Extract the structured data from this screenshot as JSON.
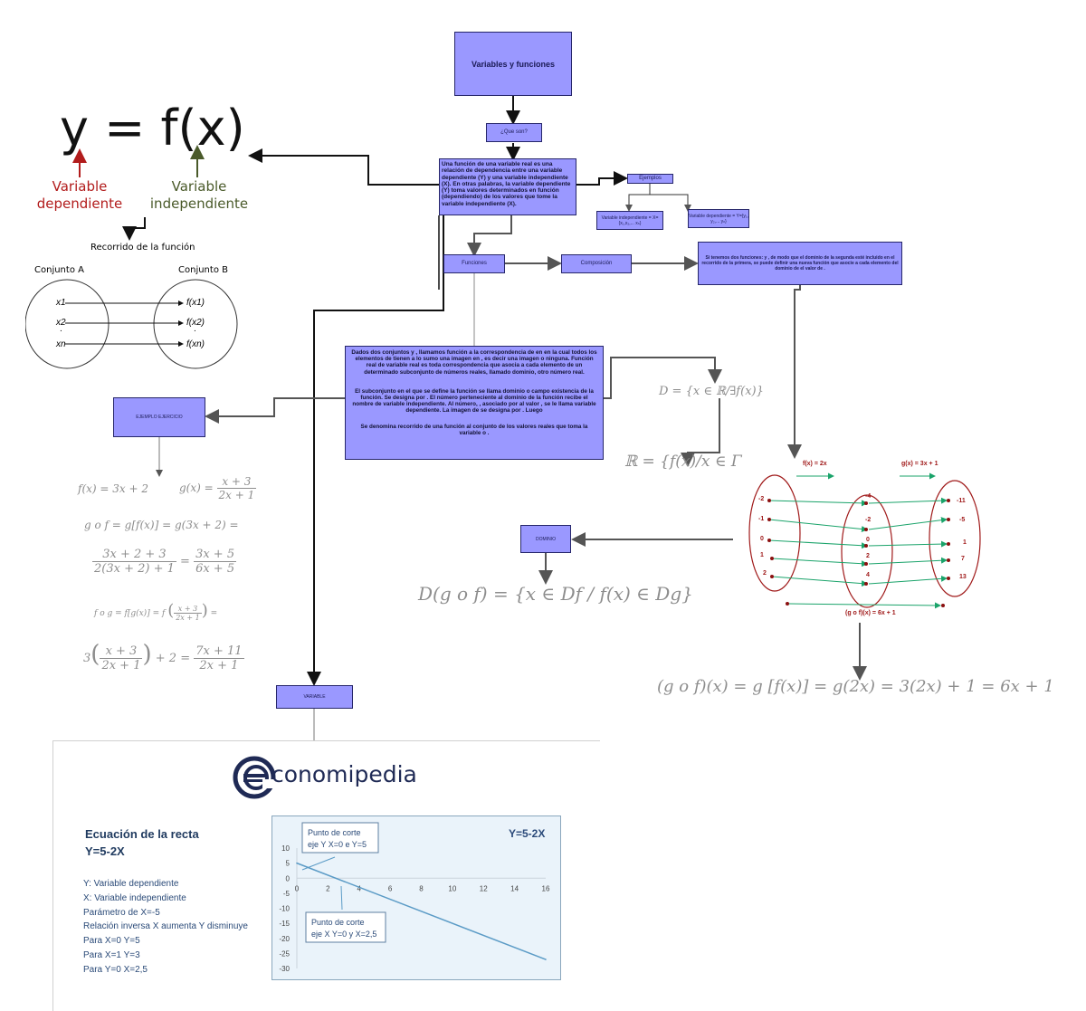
{
  "boxes": {
    "root": "Variables y funciones",
    "que_son": "¿Que son?",
    "definicion": "Una función de una variable real es una relación de dependencia entre una variable dependiente (Y) y una variable independiente (X). En otras palabras, la variable dependiente (Y) toma valores determinados en función (dependiendo) de los valores que tome la variable independiente (X).",
    "ejemplos": "Ejemplos",
    "var_indep": "Variable independiente = X={x₁,x₂,... xₙ}",
    "var_dep": "Variable dependiente = Y={y₁, y₂,... yₙ}",
    "funciones": "Funciones",
    "composicion": "Composición",
    "composicion_def": "Si tenemos dos funciones: y , de modo que el dominio de la segunda esté incluido en el recorrido de la primera, se puede definir una nueva función que asocie a cada elemento del dominio de el valor de .",
    "funciones_def_1": "Dados dos conjuntos y , llamamos función a la correspondencia de en en la cual todos los elementos de tienen a lo sumo una imagen en , es decir una imagen o ninguna. Función real de variable real es toda correspondencia que asocia a cada elemento de un determinado subconjunto de números reales, llamado dominio, otro número real.",
    "funciones_def_2": "El subconjunto en el que se define la función se llama dominio o campo existencia de la función. Se designa por . El número perteneciente al dominio de la función recibe el nombre de variable independiente. Al número, , asociado por al valor , se le llama variable dependiente. La imagen de se designa por . Luego",
    "funciones_def_3": "Se denomina recorrido de una función al conjunto de los valores reales que toma la variable o .",
    "ejemplo_ejercicio": "EJEMPLO EJERCICIO",
    "dominio": "DOMINIO",
    "variable": "VARIABLE"
  },
  "yfx": {
    "formula": "y = f(x)",
    "dep_label": "Variable dependiente",
    "indep_label": "Variable independiente",
    "recorrido": "Recorrido de la función",
    "conjunto_a": "Conjunto A",
    "conjunto_b": "Conjunto B",
    "a_items": [
      "x1",
      "x2",
      "xn"
    ],
    "b_items": [
      "f(x1)",
      "f(x2)",
      "f(xn)"
    ],
    "dot": "."
  },
  "math": {
    "dominio_def": "D = {x ∈ ℝ/∃f(x)}",
    "recorrido_def": "ℝ = {f(x)/x ∈ Γ",
    "f_def": "f(x) = 3x + 2",
    "g_def_lhs": "g(x) =",
    "g_def_num": "x + 3",
    "g_def_den": "2x + 1",
    "gof_1": "g o f = g[f(x)] = g(3x + 2) =",
    "gof_2_num": "3x + 2 + 3",
    "gof_2_den": "2(3x + 2) + 1",
    "gof_2_eq": "=",
    "gof_2_rnum": "3x + 5",
    "gof_2_rden": "6x + 5",
    "fog_1": "f o g = f[g(x)] = f",
    "fog_1_num": "x + 3",
    "fog_1_den": "2x + 1",
    "fog_1_eq": "=",
    "fog_2_pre": "3",
    "fog_2_num": "x + 3",
    "fog_2_den": "2x + 1",
    "fog_2_mid": "+ 2 =",
    "fog_2_rnum": "7x + 11",
    "fog_2_rden": "2x + 1",
    "dom_comp": "D(g o f) = {x ∈ Df / f(x) ∈ Dg}",
    "comp_result": "(g o f)(x) = g [f(x)] = g(2x) = 3(2x) + 1 = 6x + 1"
  },
  "mapping": {
    "f_label": "f(x) = 2x",
    "g_label": "g(x) = 3x + 1",
    "gof_label": "(g o f)(x) = 6x + 1",
    "left": [
      "-2",
      "-1",
      "0",
      "1",
      "2"
    ],
    "middle": [
      "-4",
      "-2",
      "0",
      "2",
      "4"
    ],
    "right": [
      "-11",
      "-5",
      "1",
      "7",
      "13"
    ],
    "color": "#a01a1a"
  },
  "econ": {
    "logo": "conomipedia",
    "title_1": "Ecuación de la recta",
    "title_2": "Y=5-2X",
    "lines": [
      "Y: Variable dependiente",
      "X: Variable independiente",
      "Parámetro de X=-5",
      "Relación inversa X aumenta Y disminuye",
      "Para X=0 Y=5",
      "Para X=1 Y=3",
      "Para Y=0 X=2,5"
    ],
    "title_color": "#1f3a5f"
  },
  "chart_data": {
    "type": "line",
    "title": "Y=5-2X",
    "x": [
      0,
      16
    ],
    "y": [
      5,
      -27
    ],
    "xlim": [
      0,
      16
    ],
    "ylim": [
      -30,
      10
    ],
    "xticks": [
      "0",
      "2",
      "4",
      "6",
      "8",
      "10",
      "12",
      "14",
      "16"
    ],
    "yticks": [
      "10",
      "5",
      "0",
      "-5",
      "-10",
      "-15",
      "-20",
      "-25",
      "-30"
    ],
    "annotations": [
      {
        "line1": "Punto de corte",
        "line2": "eje Y X=0 e Y=5"
      },
      {
        "line1": "Punto de corte",
        "line2": "eje X Y=0 y X=2,5"
      }
    ],
    "line_color": "#5b9bc6",
    "bg": "#eaf3fa"
  }
}
